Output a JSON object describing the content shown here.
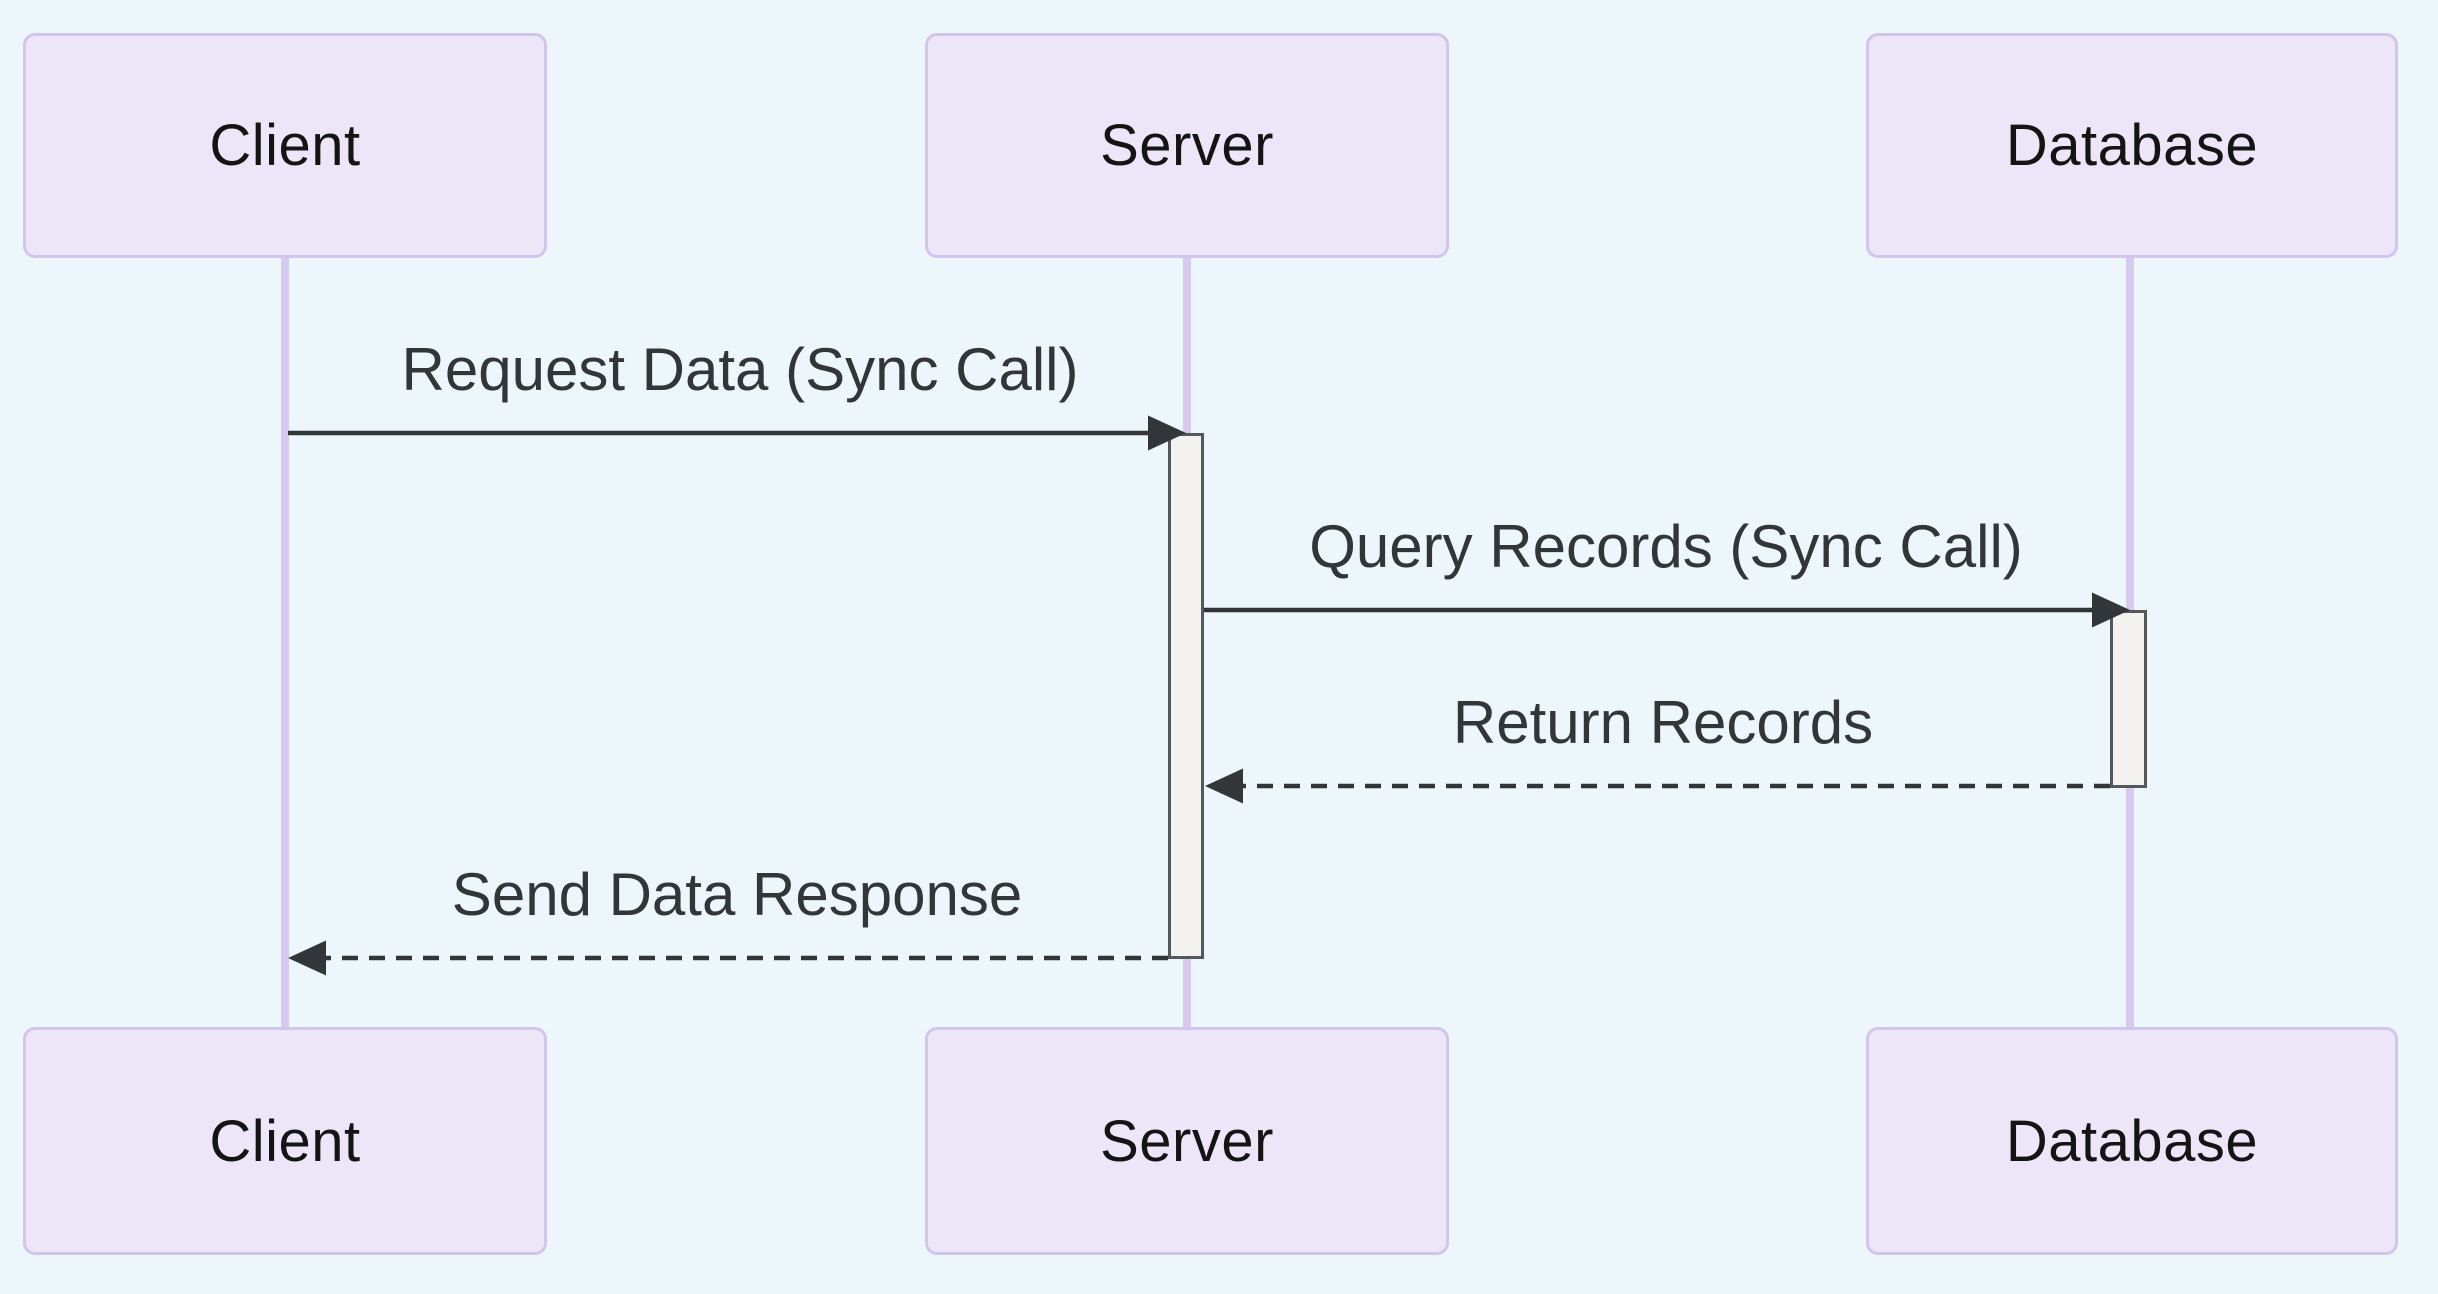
{
  "diagram": {
    "type": "sequence-diagram",
    "actors": [
      {
        "id": "client",
        "label": "Client"
      },
      {
        "id": "server",
        "label": "Server"
      },
      {
        "id": "database",
        "label": "Database"
      }
    ],
    "messages": [
      {
        "from": "client",
        "to": "server",
        "label": "Request Data (Sync Call)",
        "line": "solid",
        "direction": "right"
      },
      {
        "from": "server",
        "to": "database",
        "label": "Query Records (Sync Call)",
        "line": "solid",
        "direction": "right"
      },
      {
        "from": "database",
        "to": "server",
        "label": "Return Records",
        "line": "dashed",
        "direction": "left"
      },
      {
        "from": "server",
        "to": "client",
        "label": "Send Data Response",
        "line": "dashed",
        "direction": "left"
      }
    ],
    "activations": [
      {
        "actor": "server",
        "from_message": 1,
        "to_message": 4
      },
      {
        "actor": "database",
        "from_message": 2,
        "to_message": 3
      }
    ],
    "colors": {
      "background": "#EDF6FA",
      "actor_fill": "#ECE6F8",
      "actor_border": "#D2C5EC",
      "actor_text": "#141414",
      "lifeline": "#D7CAF0",
      "activation_fill": "#F4F2EF",
      "activation_border": "#54575C",
      "message_line": "#333639",
      "message_text": "#323639"
    }
  }
}
